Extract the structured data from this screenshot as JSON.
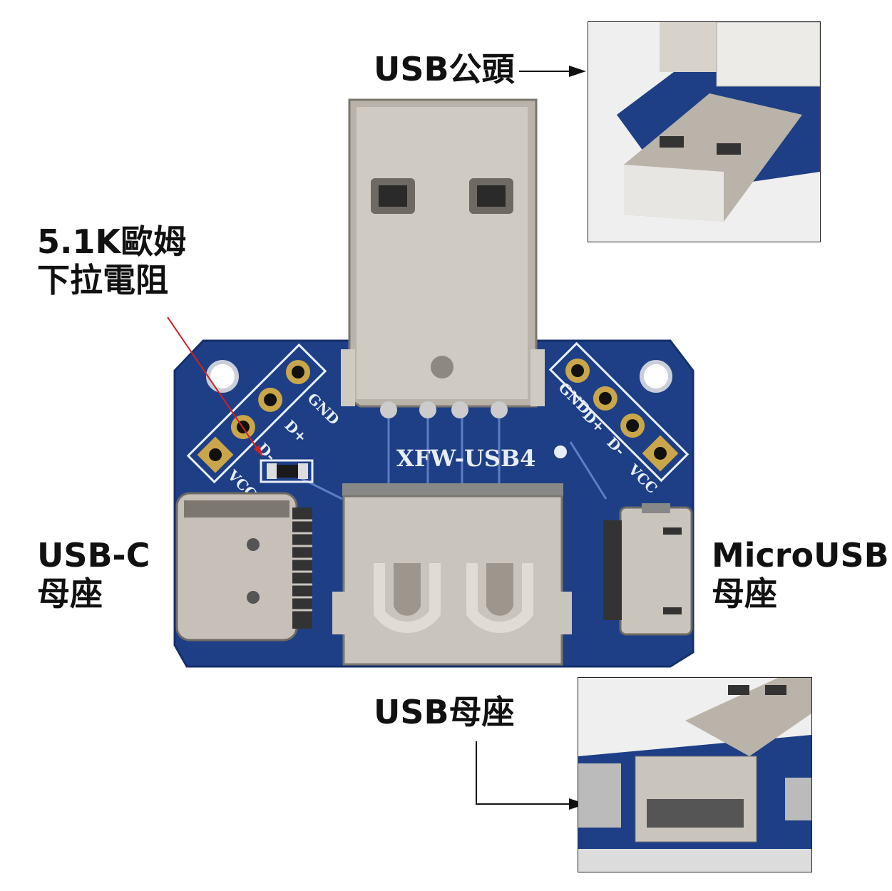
{
  "labels": {
    "usb_male": "USB公頭",
    "resistor_line1": "5.1K歐姆",
    "resistor_line2": "下拉電阻",
    "usbc_line1": "USB-C",
    "usbc_line2": "母座",
    "micro_line1": "MicroUSB",
    "micro_line2": "母座",
    "usb_female": "USB母座"
  },
  "board": {
    "silkscreen": "XFW-USB4",
    "pins_left": [
      "GND",
      "D+",
      "D-",
      "VCC"
    ],
    "pins_right": [
      "GND",
      "D+",
      "D-",
      "VCC"
    ]
  },
  "colors": {
    "pcb": "#1e3f86",
    "pcb_dark": "#14306b",
    "silk": "#e8eef8",
    "metal": "#b9b3aa",
    "arrow": "#111111",
    "red_line": "#d42020"
  }
}
